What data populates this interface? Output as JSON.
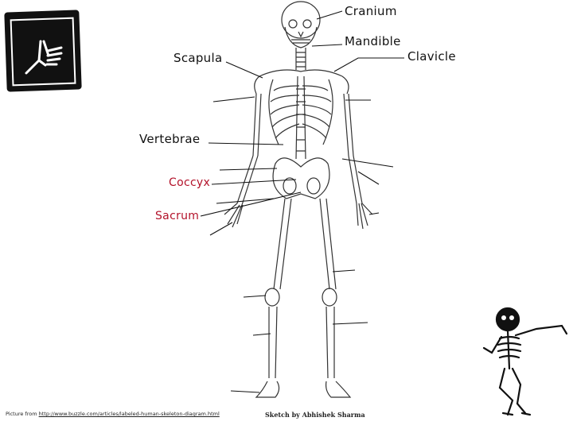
{
  "labels": {
    "cranium": "Cranium",
    "mandible": "Mandible",
    "clavicle": "Clavicle",
    "scapula": "Scapula",
    "vertebrae": "Vertebrae",
    "coccyx": "Coccyx",
    "sacrum": "Sacrum"
  },
  "credit": {
    "prefix": "Picture from",
    "url": "http://www.buzzle.com/articles/labeled-human-skeleton-diagram.html"
  },
  "signature": "Sketch by Abhishek Sharma",
  "colors": {
    "label_text": "#111111",
    "highlight_label": "#b3122a",
    "logo_background": "#111111"
  },
  "icons": {
    "logo": "thumbs-up-skeleton-hand-icon",
    "mascot": "dancing-skeleton-icon"
  }
}
